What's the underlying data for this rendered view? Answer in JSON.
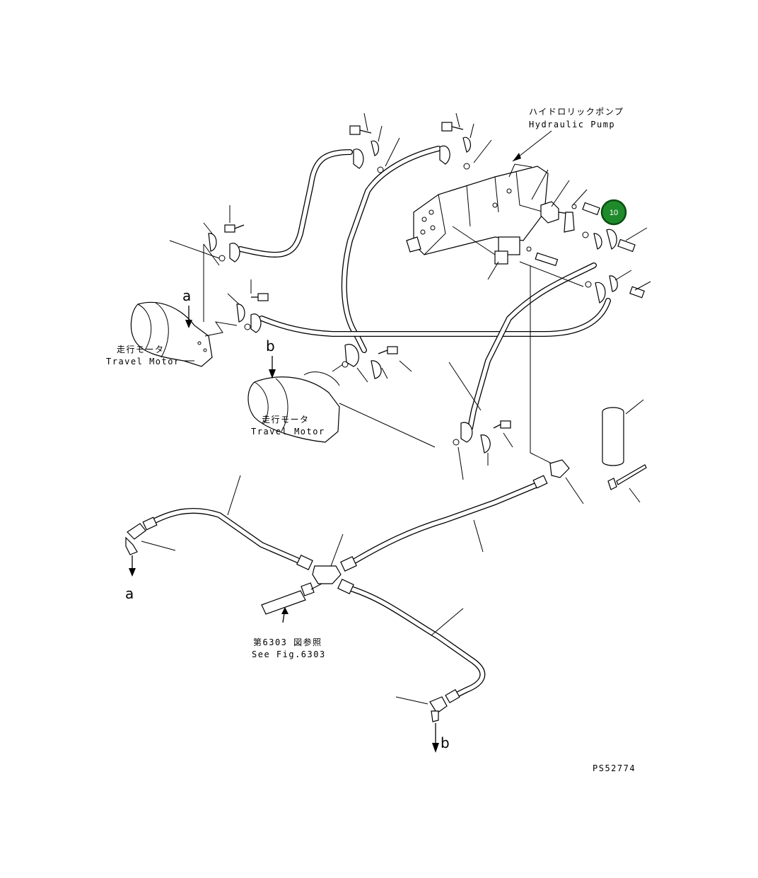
{
  "labels": {
    "pump_jp": "ハイドロリックポンプ",
    "pump_en": "Hydraulic Pump",
    "motor1_jp": "走行モータ",
    "motor1_en": "Travel Motor",
    "motor2_jp": "走行モータ",
    "motor2_en": "Travel Motor",
    "ref_jp": "第6303 図参照",
    "ref_en": "See Fig.6303",
    "drawing_no": "PS52774"
  },
  "connection_letters": {
    "a_top": "a",
    "b_top": "b",
    "a_bottom": "a",
    "b_bottom": "b"
  },
  "callout": {
    "number": "10",
    "color": "#1f8a2a",
    "border": "#0b4d12"
  }
}
